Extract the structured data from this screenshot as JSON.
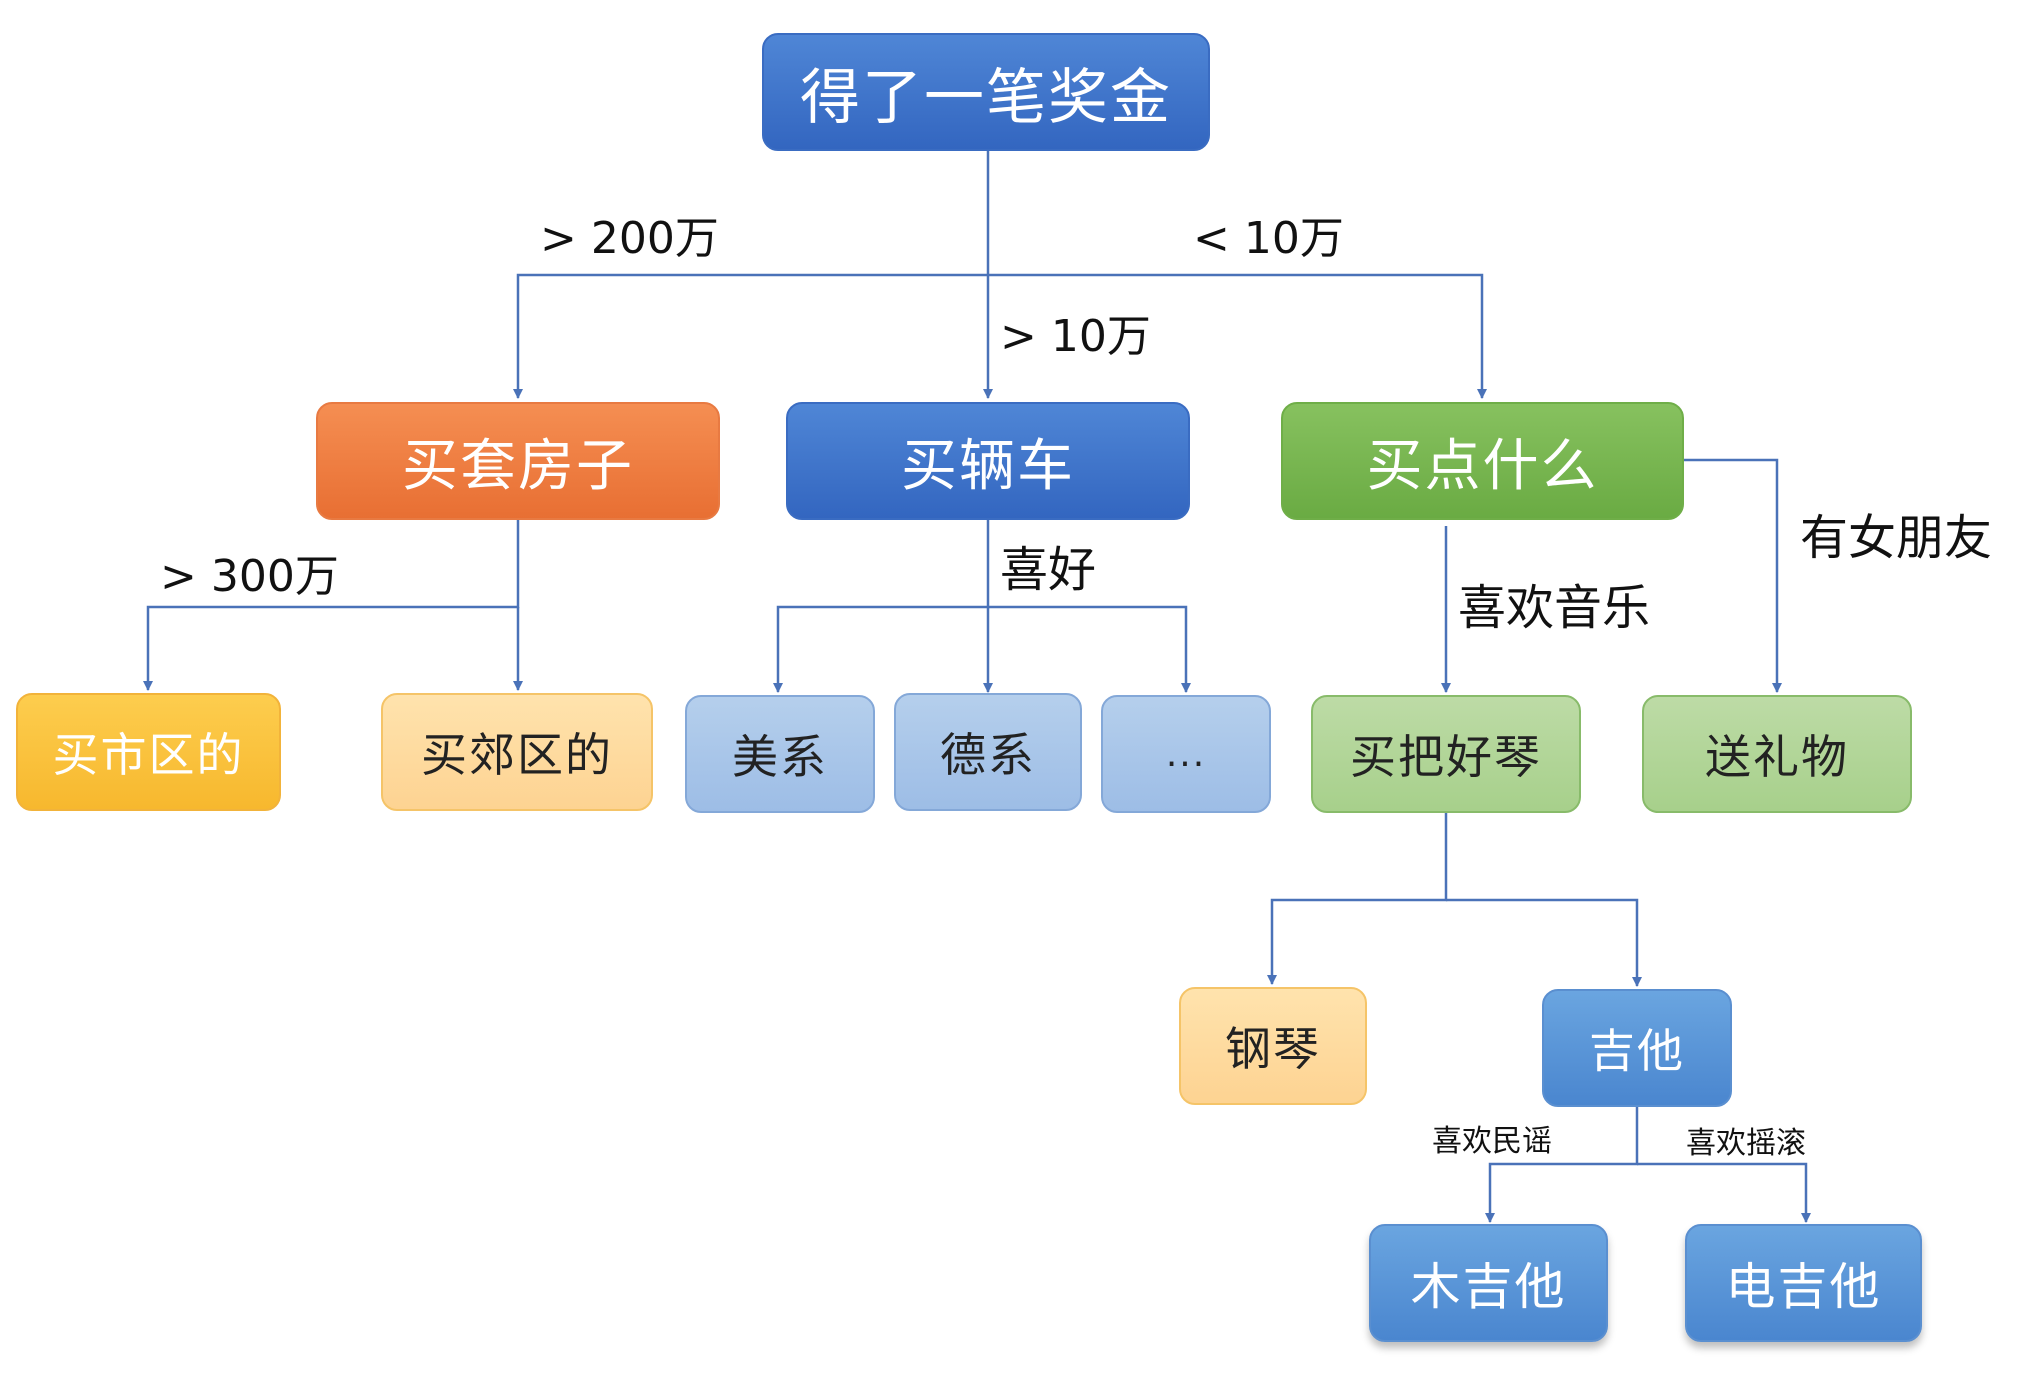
{
  "nodes": {
    "root": "得了一笔奖金",
    "house": "买套房子",
    "car": "买辆车",
    "something": "买点什么",
    "city": "买市区的",
    "suburb": "买郊区的",
    "american": "美系",
    "german": "德系",
    "more": "...",
    "instrument": "买把好琴",
    "gift": "送礼物",
    "piano": "钢琴",
    "guitar": "吉他",
    "acoustic": "木吉他",
    "electric": "电吉他"
  },
  "edges": {
    "gt_200w": "> 200万",
    "lt_10w": "< 10万",
    "gt_10w": "> 10万",
    "gt_300w": "> 300万",
    "preference": "喜好",
    "likes_music": "喜欢音乐",
    "has_girlfriend": "有女朋友",
    "likes_folk": "喜欢民谣",
    "likes_rock": "喜欢摇滚"
  },
  "colors": {
    "connector": "#4a72b8",
    "root_blue": "#3a6cc2",
    "orange": "#e87a42",
    "green": "#6fae48",
    "gold": "#f7b82e",
    "peach": "#fdd392",
    "light_blue": "#9dbde6",
    "light_green": "#a7d08b",
    "mid_blue": "#4a86cf"
  }
}
